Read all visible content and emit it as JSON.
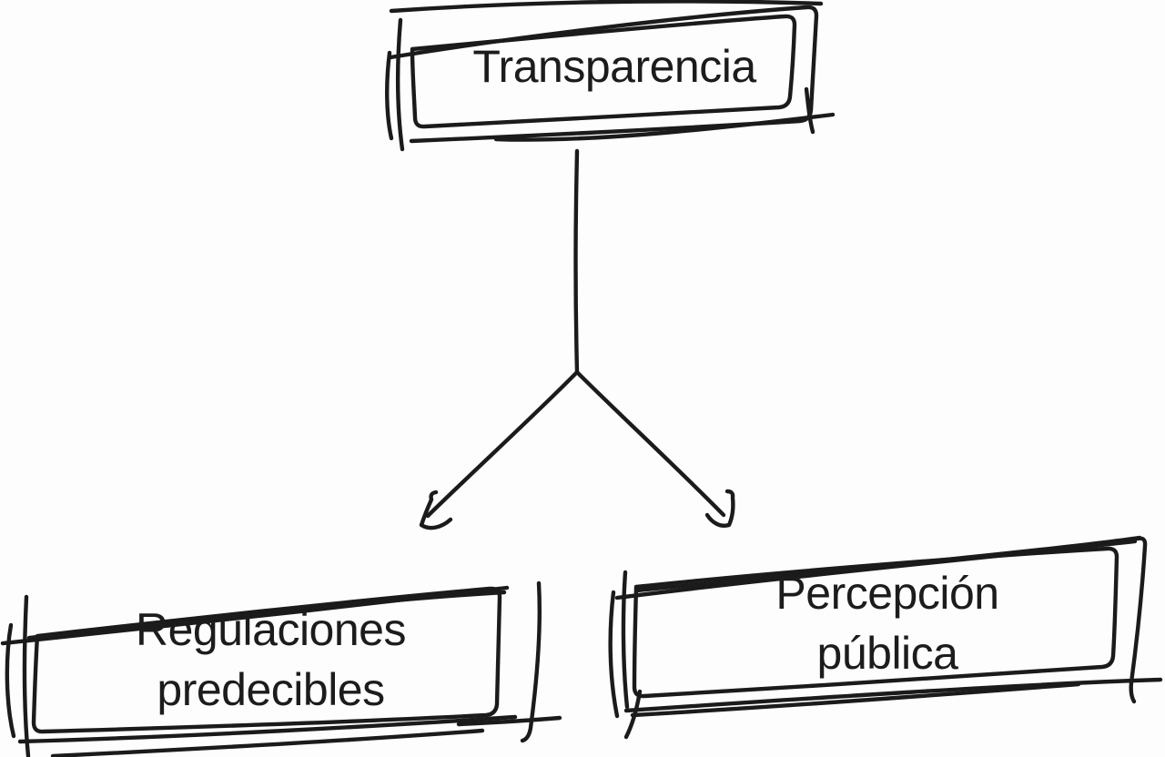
{
  "diagram": {
    "type": "concept-map",
    "style": "hand-drawn-sketch",
    "colors": {
      "ink": "#1b1b1b",
      "background": "#fdfdfd"
    },
    "nodes": [
      {
        "id": "transparencia",
        "lines": [
          "Transparencia"
        ]
      },
      {
        "id": "regulaciones",
        "lines": [
          "Regulaciones",
          "predecibles"
        ]
      },
      {
        "id": "percepcion",
        "lines": [
          "Percepción",
          "pública"
        ]
      }
    ],
    "edges": [
      {
        "from": "Transparencia",
        "to": "Regulaciones predecibles",
        "arrow": "down-left"
      },
      {
        "from": "Transparencia",
        "to": "Percepción pública",
        "arrow": "down-right"
      }
    ]
  }
}
